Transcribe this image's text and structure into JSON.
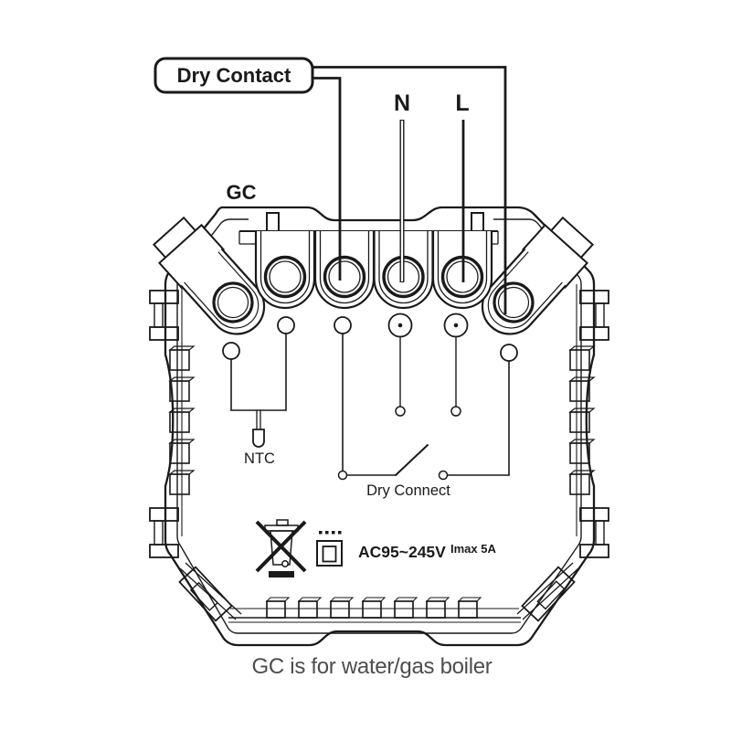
{
  "labels": {
    "dry_contact": "Dry Contact",
    "neutral": "N",
    "live": "L",
    "gc": "GC",
    "ntc": "NTC",
    "dry_connect": "Dry Connect",
    "voltage_rating": "AC95~245V",
    "current_rating": "Imax 5A",
    "footer_note": "GC is for water/gas boiler"
  },
  "icons": {
    "weee_bin": "crossed-out-wheelie-bin",
    "class_ii": "square-in-square",
    "class_ii_dots": "four-dots"
  },
  "terminals": {
    "count": 6
  },
  "colors": {
    "line": "#1a1a1a",
    "footer_text": "#4d4d4d",
    "background": "#ffffff"
  }
}
